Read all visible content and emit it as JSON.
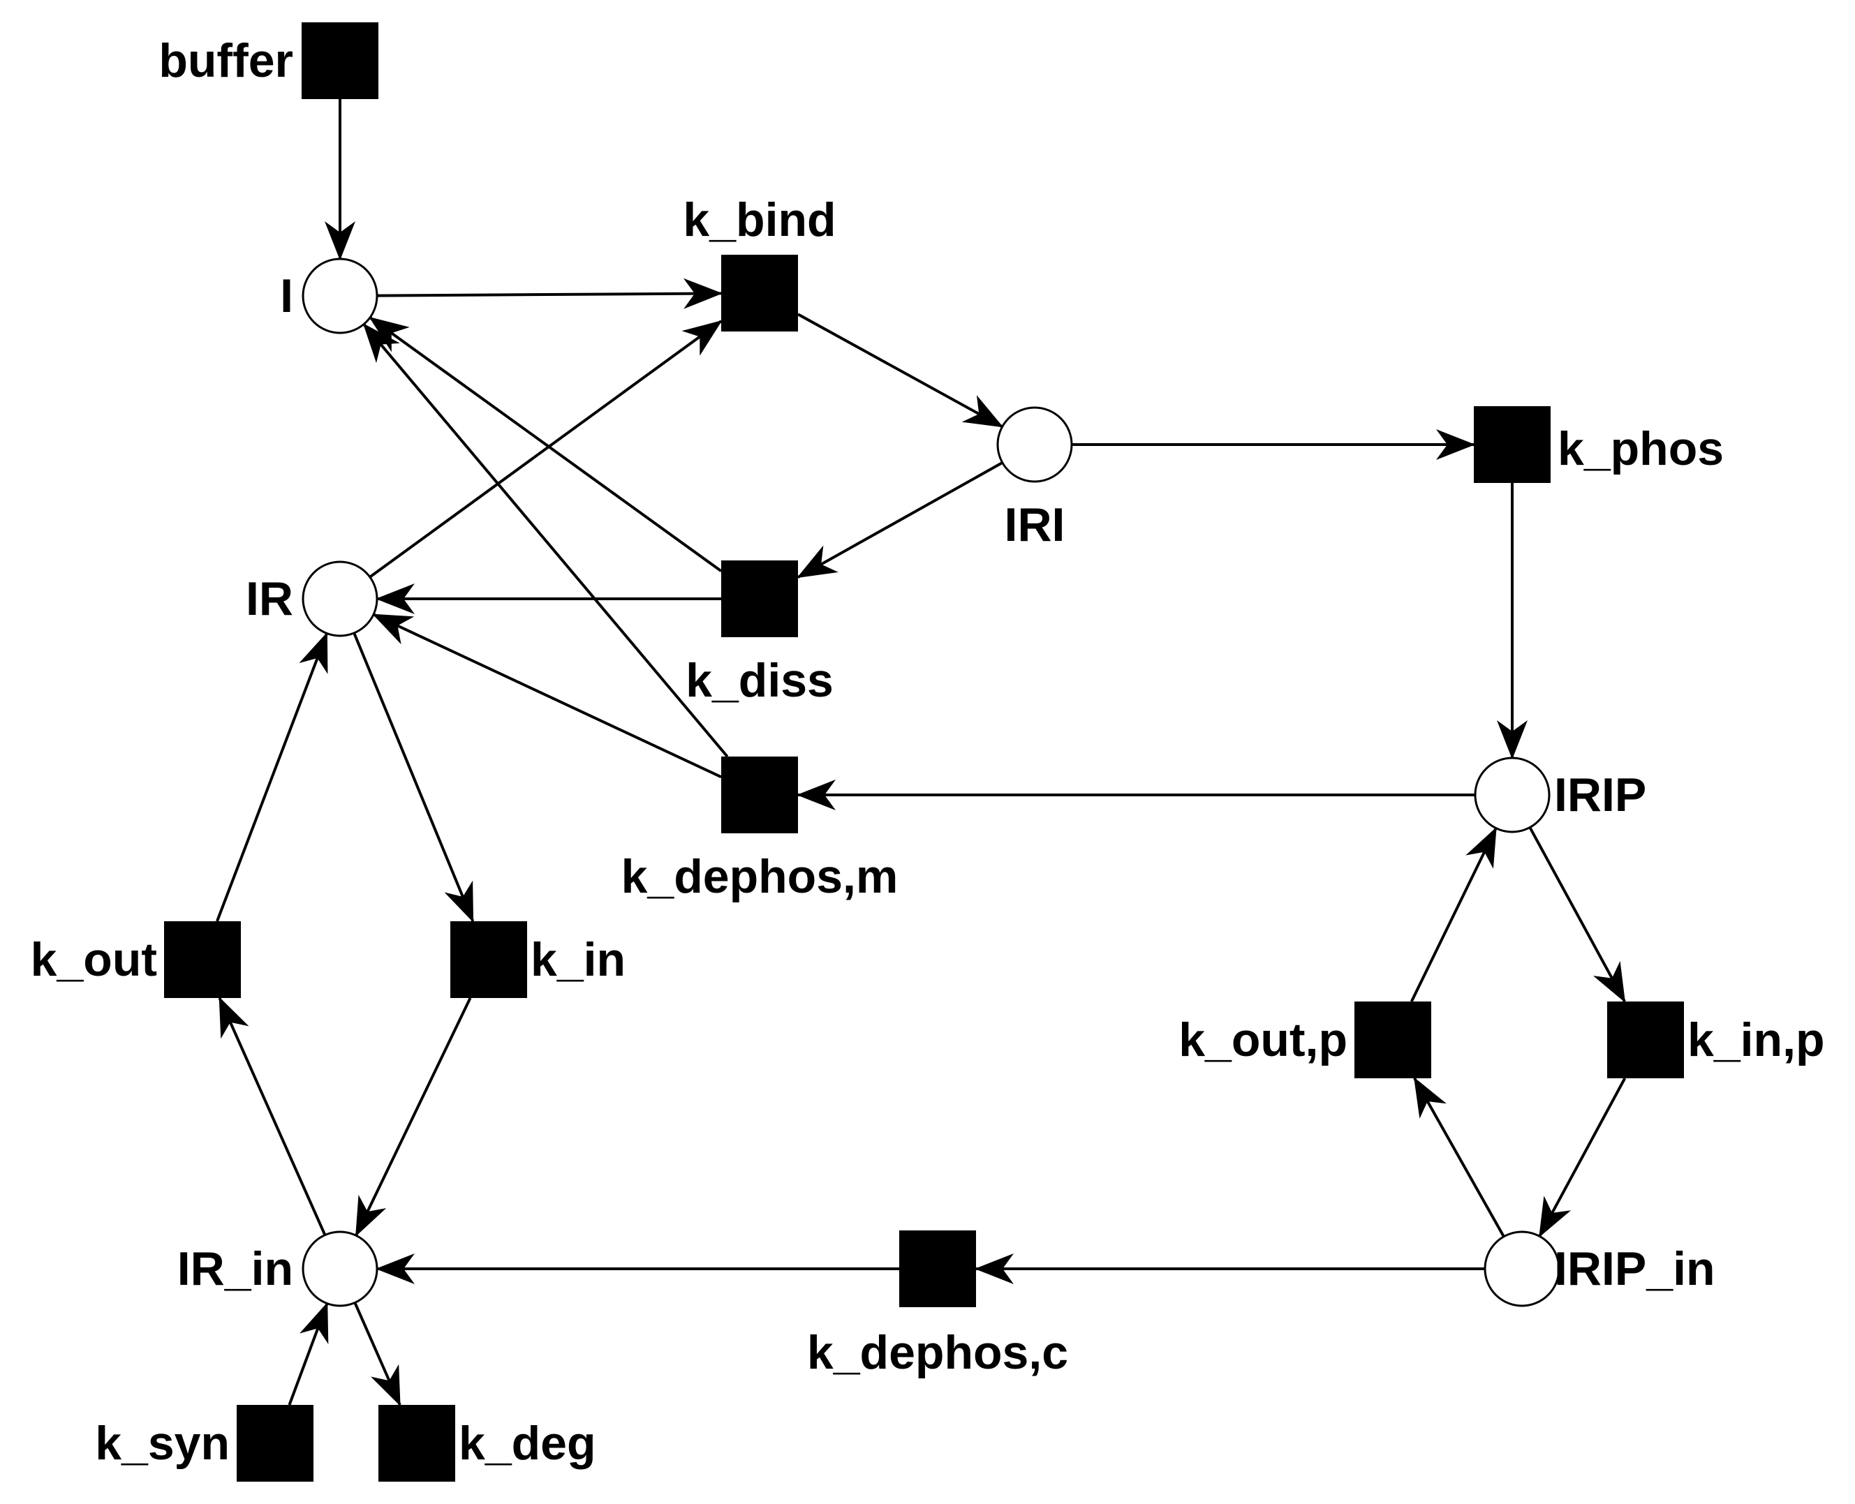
{
  "places": [
    {
      "id": "I",
      "label": "I"
    },
    {
      "id": "IRI",
      "label": "IRI"
    },
    {
      "id": "IR",
      "label": "IR"
    },
    {
      "id": "IRIP",
      "label": "IRIP"
    },
    {
      "id": "IR_in",
      "label": "IR_in"
    },
    {
      "id": "IRIP_in",
      "label": "IRIP_in"
    }
  ],
  "transitions": [
    {
      "id": "buffer",
      "label": "buffer"
    },
    {
      "id": "k_bind",
      "label": "k_bind"
    },
    {
      "id": "k_phos",
      "label": "k_phos"
    },
    {
      "id": "k_diss",
      "label": "k_diss"
    },
    {
      "id": "k_dephos_m",
      "label": "k_dephos,m"
    },
    {
      "id": "k_out",
      "label": "k_out"
    },
    {
      "id": "k_in",
      "label": "k_in"
    },
    {
      "id": "k_out_p",
      "label": "k_out,p"
    },
    {
      "id": "k_in_p",
      "label": "k_in,p"
    },
    {
      "id": "k_dephos_c",
      "label": "k_dephos,c"
    },
    {
      "id": "k_syn",
      "label": "k_syn"
    },
    {
      "id": "k_deg",
      "label": "k_deg"
    }
  ],
  "arcs": [
    {
      "from": "buffer",
      "to": "I"
    },
    {
      "from": "I",
      "to": "k_bind"
    },
    {
      "from": "IR",
      "to": "k_bind"
    },
    {
      "from": "k_bind",
      "to": "IRI"
    },
    {
      "from": "IRI",
      "to": "k_phos"
    },
    {
      "from": "IRI",
      "to": "k_diss"
    },
    {
      "from": "k_diss",
      "to": "I"
    },
    {
      "from": "k_diss",
      "to": "IR"
    },
    {
      "from": "k_phos",
      "to": "IRIP"
    },
    {
      "from": "IRIP",
      "to": "k_dephos_m"
    },
    {
      "from": "k_dephos_m",
      "to": "I"
    },
    {
      "from": "k_dephos_m",
      "to": "IR"
    },
    {
      "from": "IR",
      "to": "k_in"
    },
    {
      "from": "k_in",
      "to": "IR_in"
    },
    {
      "from": "IR_in",
      "to": "k_out"
    },
    {
      "from": "k_out",
      "to": "IR"
    },
    {
      "from": "IRIP",
      "to": "k_in_p"
    },
    {
      "from": "k_in_p",
      "to": "IRIP_in"
    },
    {
      "from": "IRIP_in",
      "to": "k_out_p"
    },
    {
      "from": "k_out_p",
      "to": "IRIP"
    },
    {
      "from": "IRIP_in",
      "to": "k_dephos_c"
    },
    {
      "from": "k_dephos_c",
      "to": "IR_in"
    },
    {
      "from": "k_syn",
      "to": "IR_in"
    },
    {
      "from": "IR_in",
      "to": "k_deg"
    }
  ]
}
